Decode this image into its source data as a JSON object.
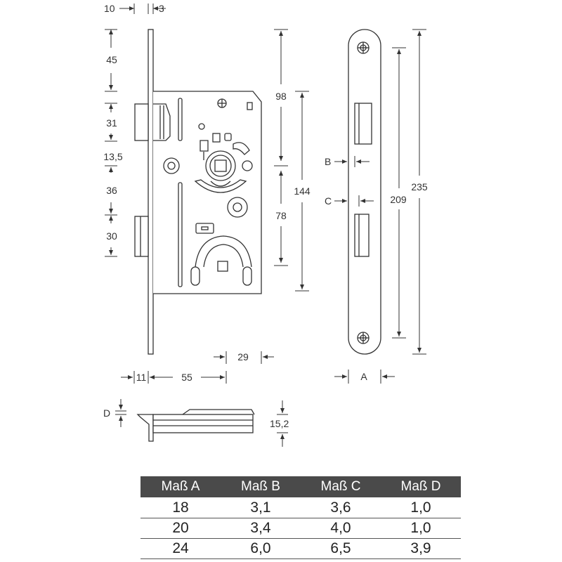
{
  "dims": {
    "d10": "10",
    "d3": "3",
    "d45": "45",
    "d31": "31",
    "d13_5": "13,5",
    "d36": "36",
    "d30": "30",
    "d98": "98",
    "d144": "144",
    "d78": "78",
    "d29": "29",
    "d11": "11",
    "d55": "55",
    "d209": "209",
    "d235": "235",
    "dB": "B",
    "dC": "C",
    "dA": "A",
    "dD": "D",
    "d15_2": "15,2"
  },
  "table": {
    "headers": [
      "Maß A",
      "Maß B",
      "Maß C",
      "Maß D"
    ],
    "rows": [
      [
        "18",
        "3,1",
        "3,6",
        "1,0"
      ],
      [
        "20",
        "3,4",
        "4,0",
        "1,0"
      ],
      [
        "24",
        "6,0",
        "6,5",
        "3,9"
      ]
    ]
  },
  "colors": {
    "line": "#333333",
    "header_bg": "#4a4a4a"
  }
}
